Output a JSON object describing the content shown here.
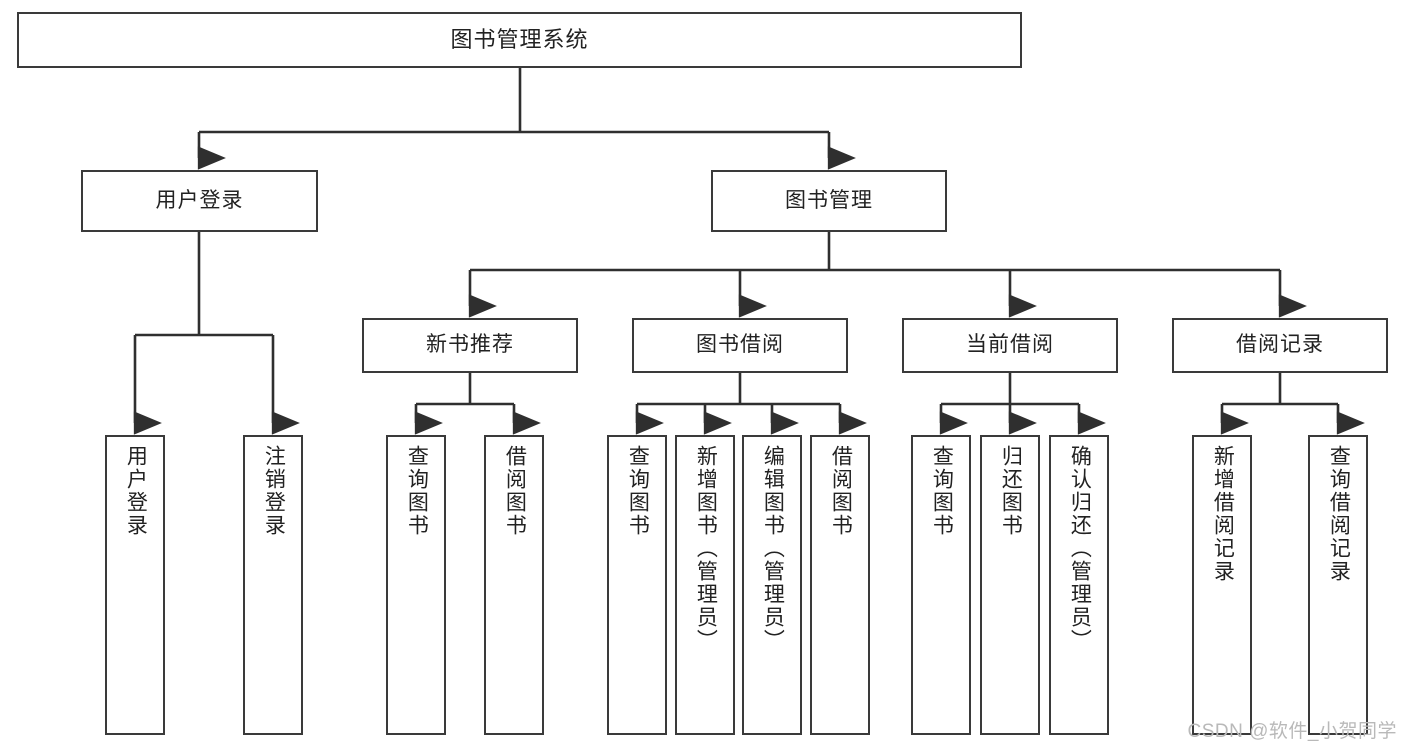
{
  "diagram": {
    "title": "图书管理系统",
    "watermark": "CSDN @软件_小贺同学",
    "colors": {
      "box_border": "#3a3a3a",
      "box_fill": "#ffffff",
      "line": "#2f2f2f",
      "text": "#222222",
      "watermark": "#b9b9b9"
    },
    "root": {
      "label": "图书管理系统"
    },
    "level2": [
      {
        "label": "用户登录"
      },
      {
        "label": "图书管理"
      }
    ],
    "level3": [
      {
        "label": "新书推荐"
      },
      {
        "label": "图书借阅"
      },
      {
        "label": "当前借阅"
      },
      {
        "label": "借阅记录"
      }
    ],
    "leaves": {
      "user_login": [
        {
          "label": "用户登录"
        },
        {
          "label": "注销登录"
        }
      ],
      "new_book": [
        {
          "label": "查询图书"
        },
        {
          "label": "借阅图书"
        }
      ],
      "borrow": [
        {
          "label": "查询图书"
        },
        {
          "label": "新增图书（管理员）"
        },
        {
          "label": "编辑图书（管理员）"
        },
        {
          "label": "借阅图书"
        }
      ],
      "current": [
        {
          "label": "查询图书"
        },
        {
          "label": "归还图书"
        },
        {
          "label": "确认归还（管理员）"
        }
      ],
      "records": [
        {
          "label": "新增借阅记录"
        },
        {
          "label": "查询借阅记录"
        }
      ]
    }
  }
}
